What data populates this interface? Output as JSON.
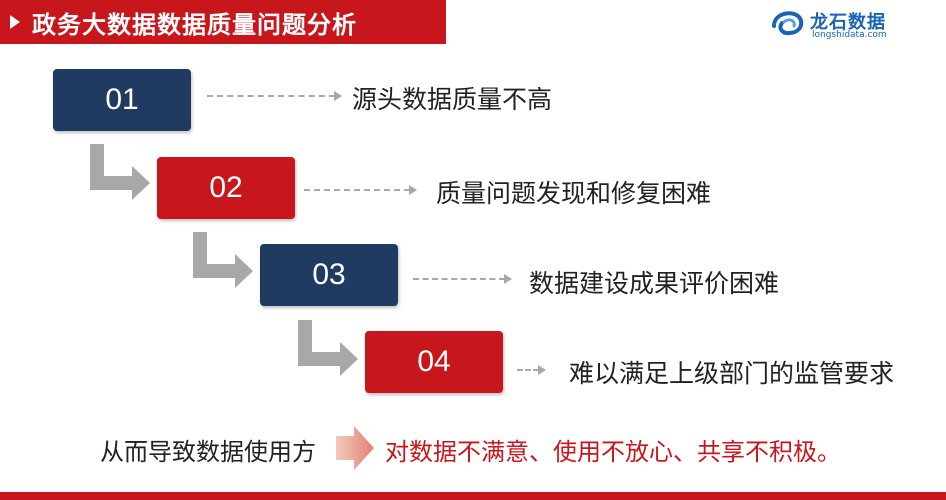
{
  "header": {
    "title": "政务大数据数据质量问题分析"
  },
  "logo": {
    "name": "龙石数据",
    "url": "longshidata.com",
    "brand_color": "#1a64b4"
  },
  "steps": [
    {
      "number": "01",
      "text": "源头数据质量不高",
      "color": "#1f3b62"
    },
    {
      "number": "02",
      "text": "质量问题发现和修复困难",
      "color": "#c8161d"
    },
    {
      "number": "03",
      "text": "数据建设成果评价困难",
      "color": "#1f3b62"
    },
    {
      "number": "04",
      "text": "难以满足上级部门的监管要求",
      "color": "#c8161d"
    }
  ],
  "conclusion": {
    "prefix": "从而导致数据使用方",
    "suffix": "对数据不满意、使用不放心、共享不积极。"
  },
  "colors": {
    "accent_red": "#c8161d",
    "navy": "#1f3b62",
    "arrow_gray": "#a8a8a8"
  }
}
